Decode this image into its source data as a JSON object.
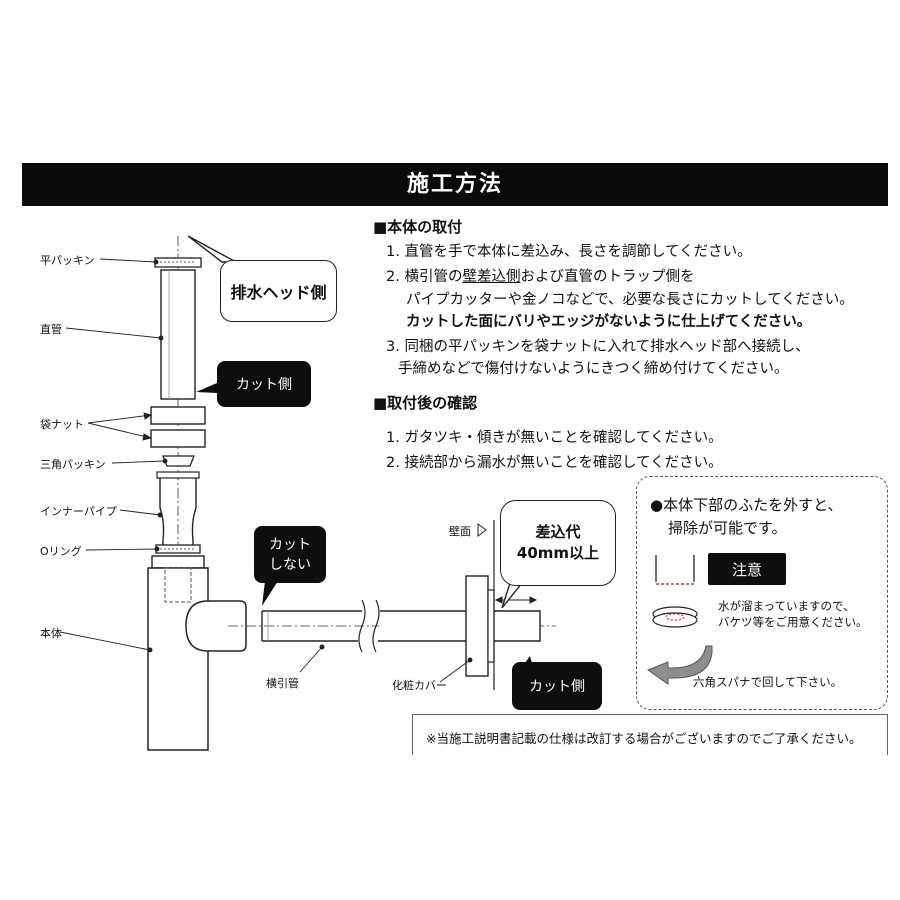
{
  "header": {
    "title": "施工方法"
  },
  "install": {
    "heading": "■本体の取付",
    "step1": "1. 直管を手で本体に差込み、長さを調節してください。",
    "step2_pre": "2. 横引管の",
    "step2_under": "壁差込側",
    "step2_post": "および直管のトラップ側を",
    "step2_line2": "パイプカッターや金ノコなどで、必要な長さにカットしてください。",
    "step2_bold": "カットした面にバリやエッジがないように仕上げてください。",
    "step3_line1": "3. 同梱の平パッキンを袋ナットに入れて排水ヘッド部へ接続し、",
    "step3_line2": "手締めなどで傷付けないようにきつく締め付けてください。"
  },
  "check": {
    "heading": "■取付後の確認",
    "step1": "1. ガタツキ・傾きが無いことを確認してください。",
    "step2": "2. 接続部から漏水が無いことを確認してください。"
  },
  "parts": {
    "flat_packing": "平パッキン",
    "straight_pipe": "直管",
    "bag_nut": "袋ナット",
    "triangle_packing": "三角パッキン",
    "inner_pipe": "インナーパイプ",
    "o_ring": "Oリング",
    "body": "本体",
    "horizontal_pipe": "横引管",
    "cover": "化粧カバー",
    "wall": "壁面"
  },
  "bubbles": {
    "drain_head_side": "排水ヘッド側",
    "cut_side": "カット側",
    "no_cut_line1": "カット",
    "no_cut_line2": "しない",
    "insert_line1": "差込代",
    "insert_line2": "40mm以上",
    "cut_side_2": "カット側"
  },
  "side_panel": {
    "line1": "●本体下部のふたを外すと、",
    "line2": "掃除が可能です。",
    "caution": "注意",
    "water_line1": "水が溜まっていますので、",
    "water_line2": "バケツ等をご用意ください。",
    "hex_wrench": "六角スパナで回して下さい。"
  },
  "footer_note": "※当施工説明書記載の仕様は改訂する場合がございますのでご了承ください。"
}
